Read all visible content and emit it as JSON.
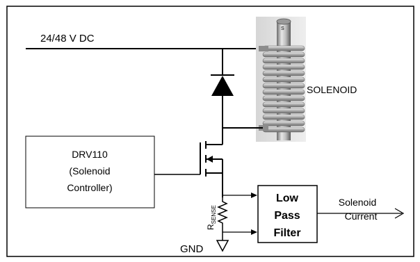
{
  "supply_label": "24/48 V DC",
  "solenoid_label": "SOLENOID",
  "controller": {
    "line1": "DRV110",
    "line2": "(Solenoid",
    "line3": "Controller)"
  },
  "filter": {
    "line1": "Low",
    "line2": "Pass",
    "line3": "Filter"
  },
  "output": {
    "line1": "Solenoid",
    "line2": "Current"
  },
  "rsense": {
    "main": "R",
    "sub": "SENSE"
  },
  "gnd_label": "GND"
}
